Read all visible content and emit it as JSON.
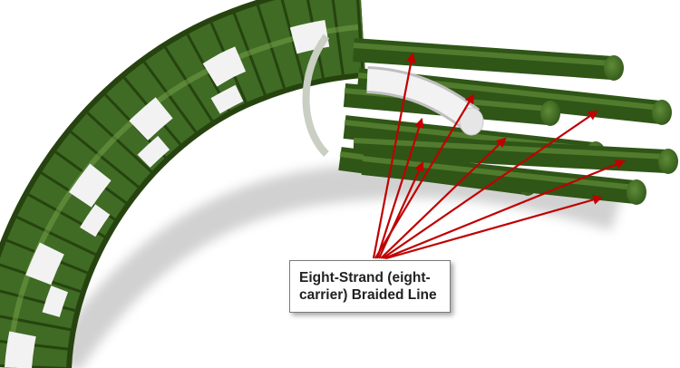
{
  "label": "Eight-Strand (eight-carrier) Braided Line",
  "colors": {
    "strand_green": "#3f6b24",
    "strand_green_dark": "#26430f",
    "strand_green_light": "#6e9a45",
    "strand_white": "#f2f2f2",
    "arrow_red": "#c00000",
    "band": "#c9cfc2"
  },
  "strands": {
    "count": 8,
    "green_count": 7,
    "white_count": 1
  }
}
